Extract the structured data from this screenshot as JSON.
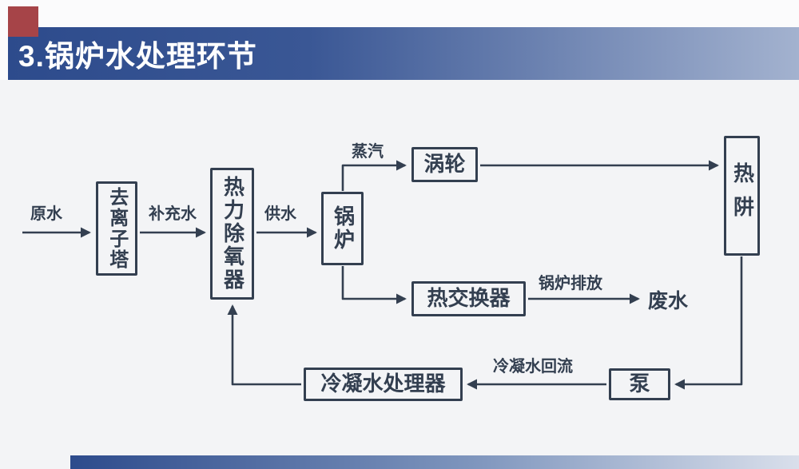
{
  "slide": {
    "title": "3.锅炉水处理环节"
  },
  "colors": {
    "accent_red": "#a64448",
    "header_blue_dark": "#2d4b8c",
    "header_blue_light": "#a3b2cf",
    "ink": "#333f50",
    "canvas_bg": "#f3f4f6"
  },
  "diagram": {
    "boxes": {
      "deionizer": "去离子塔",
      "deaerator": "热力除氧器",
      "boiler": "锅炉",
      "turbine": "涡轮",
      "heat_sink": "热阱",
      "heat_exchanger": "热交换器",
      "pump": "泵",
      "condensate_polisher": "冷凝水处理器"
    },
    "labels": {
      "raw_water": "原水",
      "makeup_water": "补充水",
      "feed_water": "供水",
      "steam": "蒸汽",
      "blowdown": "锅炉排放",
      "waste_water": "废水",
      "condensate_return": "冷凝水回流"
    },
    "edges": [
      {
        "from": "raw_water",
        "to": "deionizer"
      },
      {
        "from": "deionizer",
        "to": "deaerator",
        "label": "补充水"
      },
      {
        "from": "deaerator",
        "to": "boiler",
        "label": "供水"
      },
      {
        "from": "boiler",
        "to": "turbine",
        "label": "蒸汽"
      },
      {
        "from": "turbine",
        "to": "heat_sink"
      },
      {
        "from": "boiler",
        "to": "heat_exchanger"
      },
      {
        "from": "heat_exchanger",
        "to": "waste_water",
        "label": "锅炉排放"
      },
      {
        "from": "heat_sink",
        "to": "pump"
      },
      {
        "from": "pump",
        "to": "condensate_polisher",
        "label": "冷凝水回流"
      },
      {
        "from": "condensate_polisher",
        "to": "deaerator"
      }
    ]
  }
}
